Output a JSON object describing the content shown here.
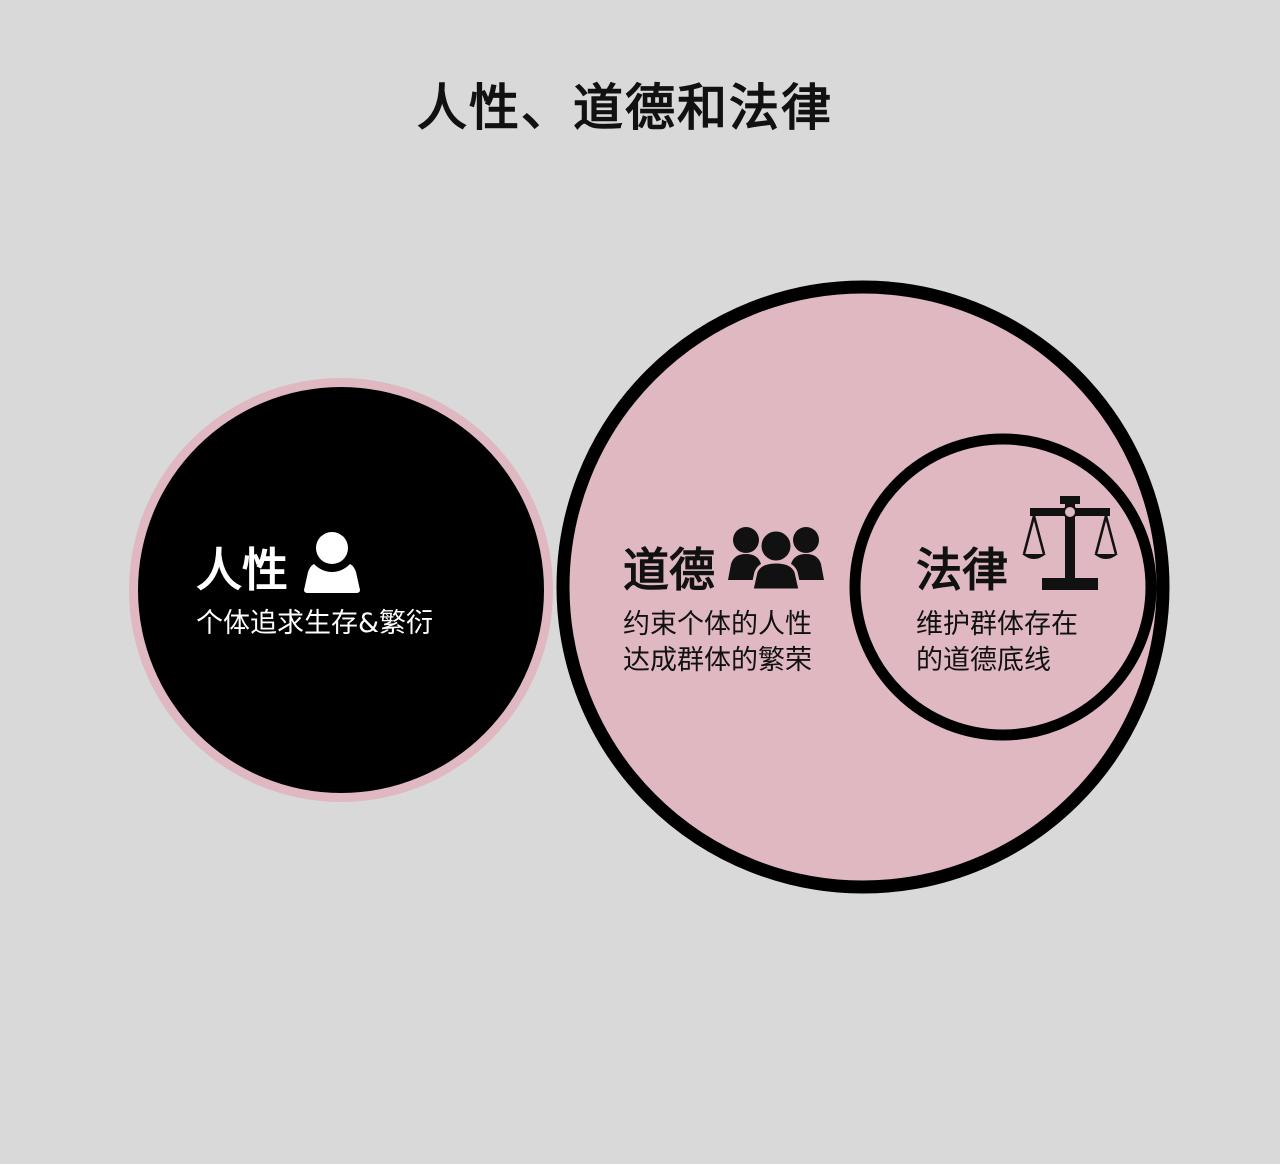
{
  "title": "人性、道德和法律",
  "nodes": {
    "human_nature": {
      "label": "人性",
      "description": [
        "个体追求生存&繁衍"
      ],
      "icon": "person-icon"
    },
    "morality": {
      "label": "道德",
      "description": [
        "约束个体的人性",
        "达成群体的繁荣"
      ],
      "icon": "group-icon"
    },
    "law": {
      "label": "法律",
      "description": [
        "维护群体存在",
        "的道德底线"
      ],
      "icon": "scales-icon"
    }
  },
  "colors": {
    "background": "#d9d9d9",
    "pink": "#dfb8c1",
    "black": "#000000",
    "white": "#ffffff"
  }
}
